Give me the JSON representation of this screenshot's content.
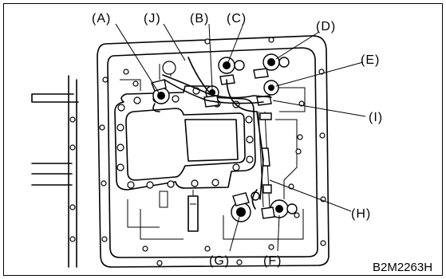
{
  "labels": {
    "A": "(A)",
    "J": "(J)",
    "B": "(B)",
    "C": "(C)",
    "D": "(D)",
    "E": "(E)",
    "I": "(I)",
    "H": "(H)",
    "G": "(G)",
    "F": "(F)"
  },
  "figure_code": "B2M2263H"
}
